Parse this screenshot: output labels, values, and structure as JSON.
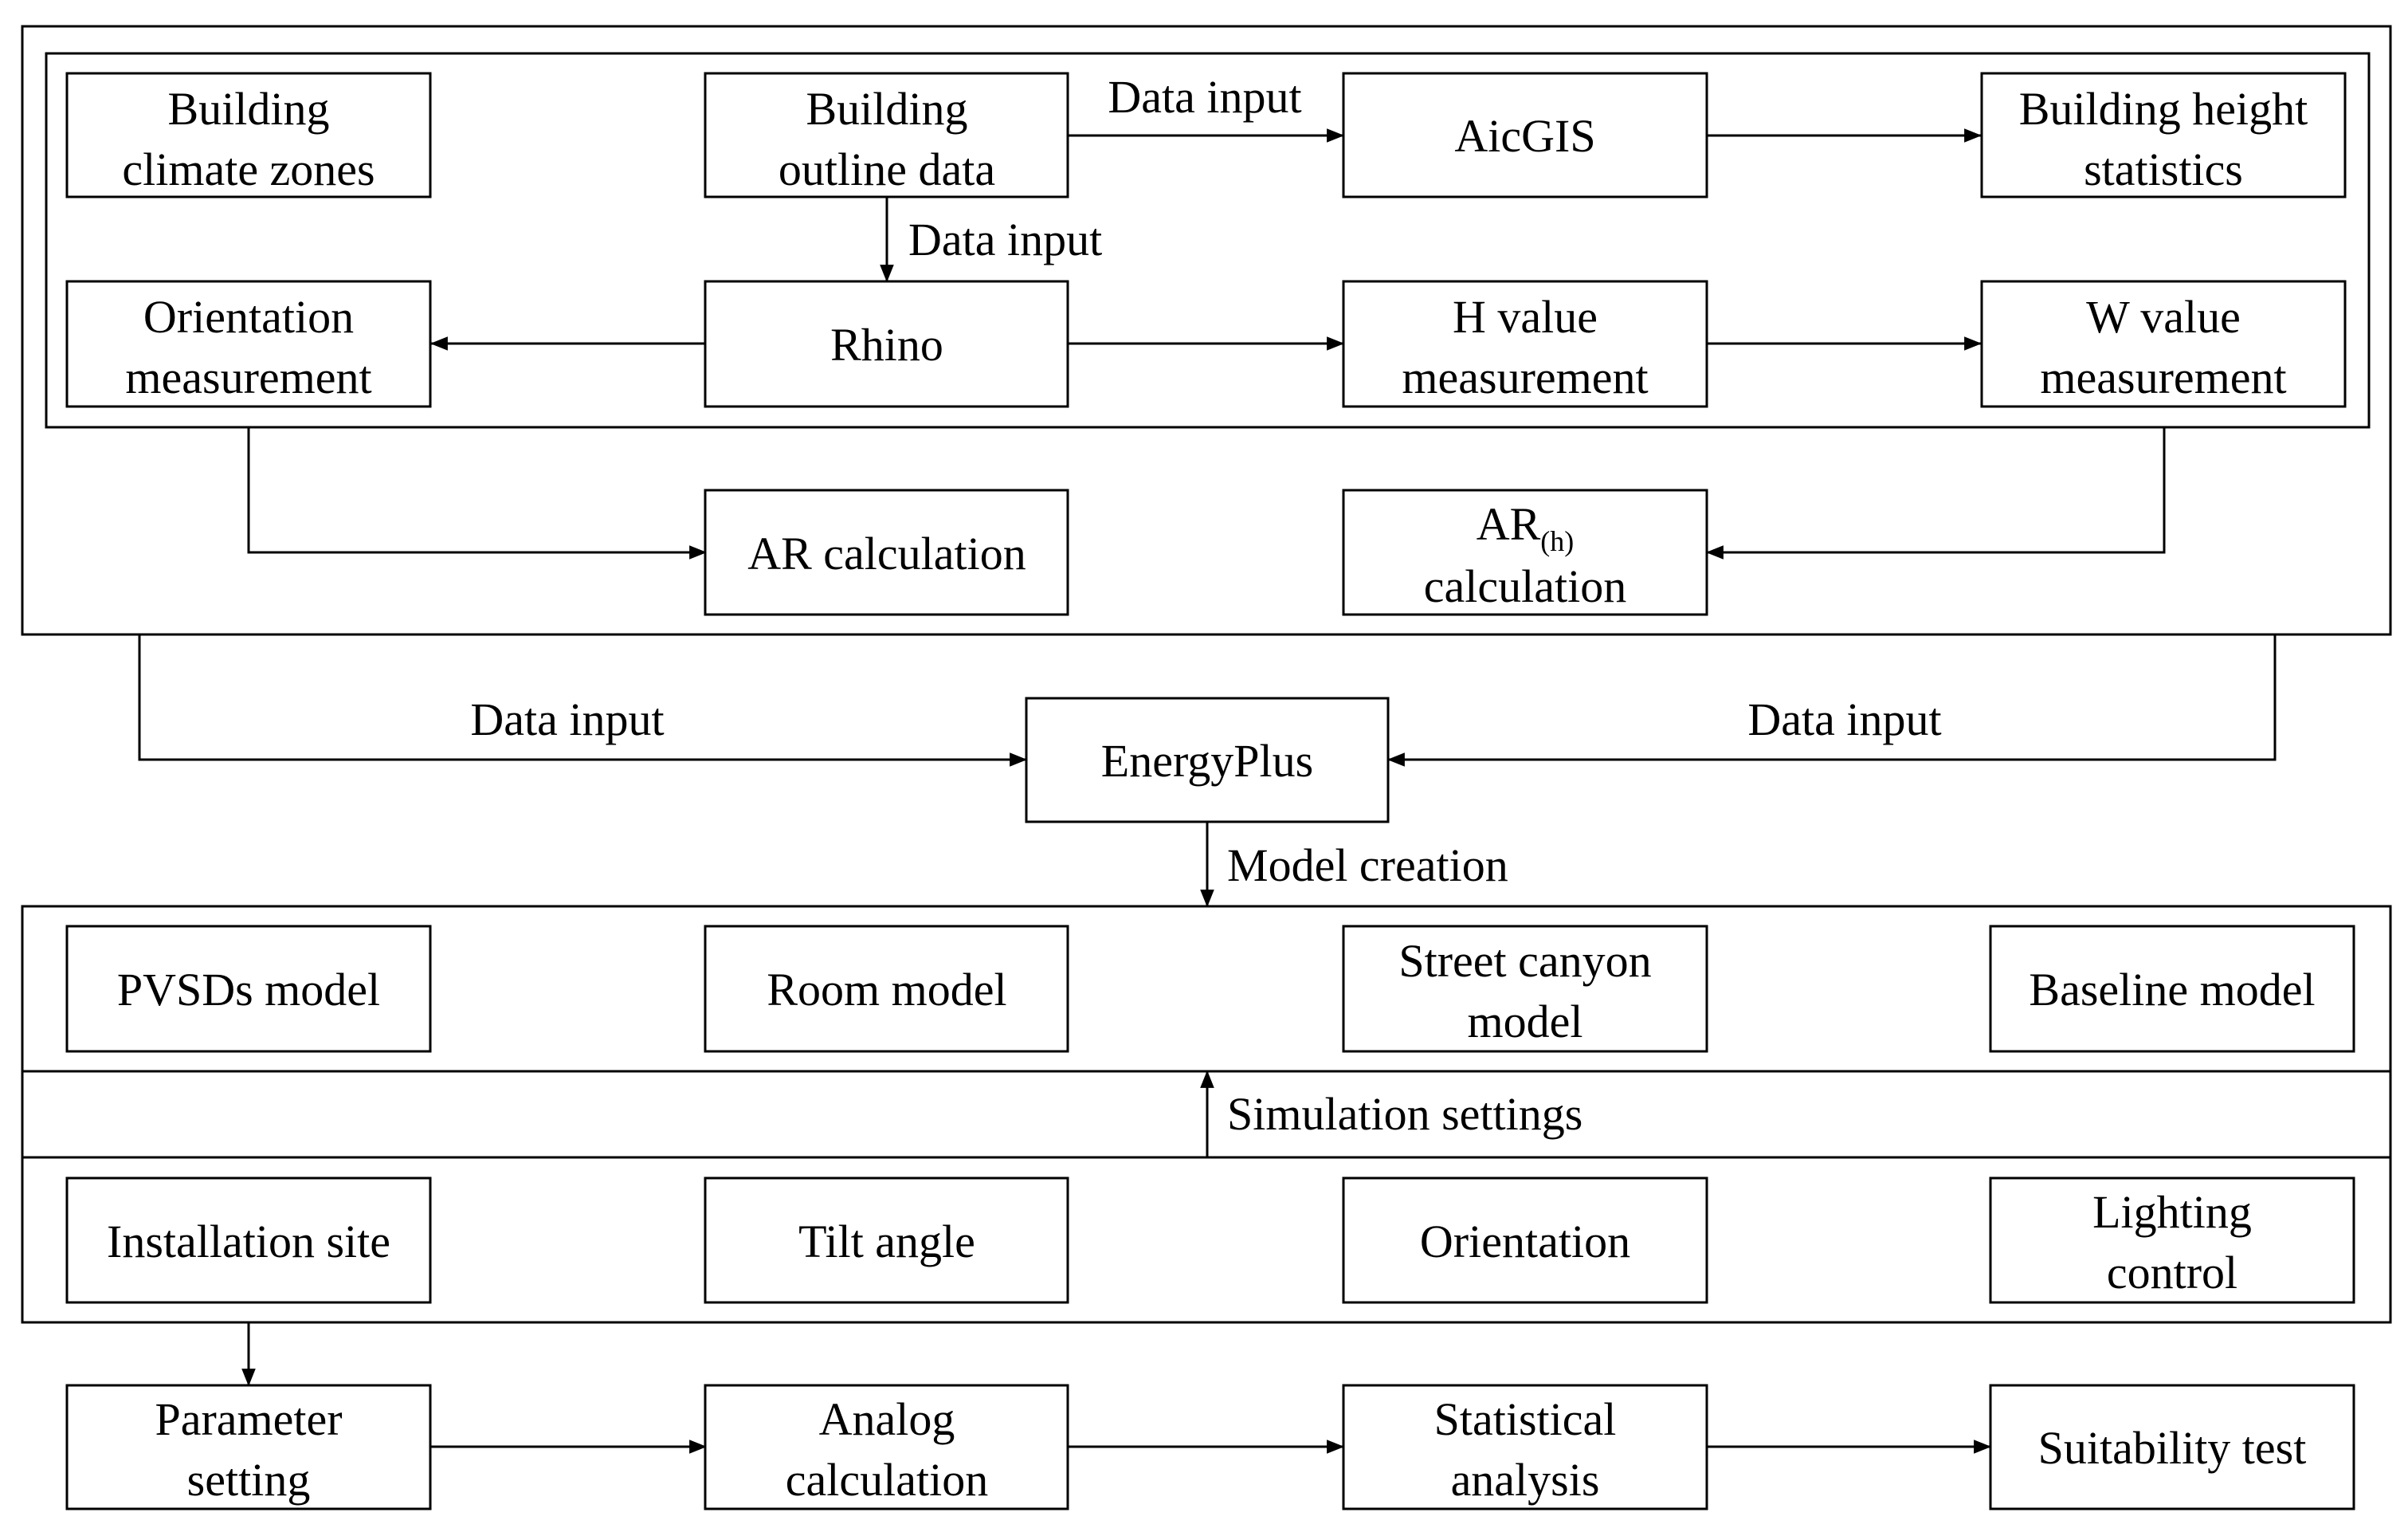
{
  "boxes": {
    "climate_zones": [
      "Building",
      "climate zones"
    ],
    "outline_data": [
      "Building",
      "outline data"
    ],
    "aicgis": [
      "AicGIS"
    ],
    "height_stats": [
      "Building height",
      "statistics"
    ],
    "orientation_meas": [
      "Orientation",
      "measurement"
    ],
    "rhino": [
      "Rhino"
    ],
    "h_value": [
      "H value",
      "measurement"
    ],
    "w_value": [
      "W value",
      "measurement"
    ],
    "ar_calc": [
      "AR calculation"
    ],
    "arh_calc": {
      "main": "AR",
      "sub": "(h)",
      "line2": "calculation"
    },
    "energyplus": [
      "EnergyPlus"
    ],
    "pvsds_model": [
      "PVSDs model"
    ],
    "room_model": [
      "Room model"
    ],
    "street_canyon": [
      "Street canyon",
      "model"
    ],
    "baseline_model": [
      "Baseline model"
    ],
    "installation_site": [
      "Installation site"
    ],
    "tilt_angle": [
      "Tilt angle"
    ],
    "orientation": [
      "Orientation"
    ],
    "lighting_control": [
      "Lighting",
      "control"
    ],
    "parameter_setting": [
      "Parameter",
      "setting"
    ],
    "analog_calc": [
      "Analog",
      "calculation"
    ],
    "statistical": [
      "Statistical",
      "analysis"
    ],
    "suitability": [
      "Suitability test"
    ]
  },
  "edge_labels": {
    "data_input_aicgis": "Data input",
    "data_input_rhino": "Data input",
    "data_input_left": "Data input",
    "data_input_right": "Data input",
    "model_creation": "Model creation",
    "simulation_settings": "Simulation settings"
  }
}
